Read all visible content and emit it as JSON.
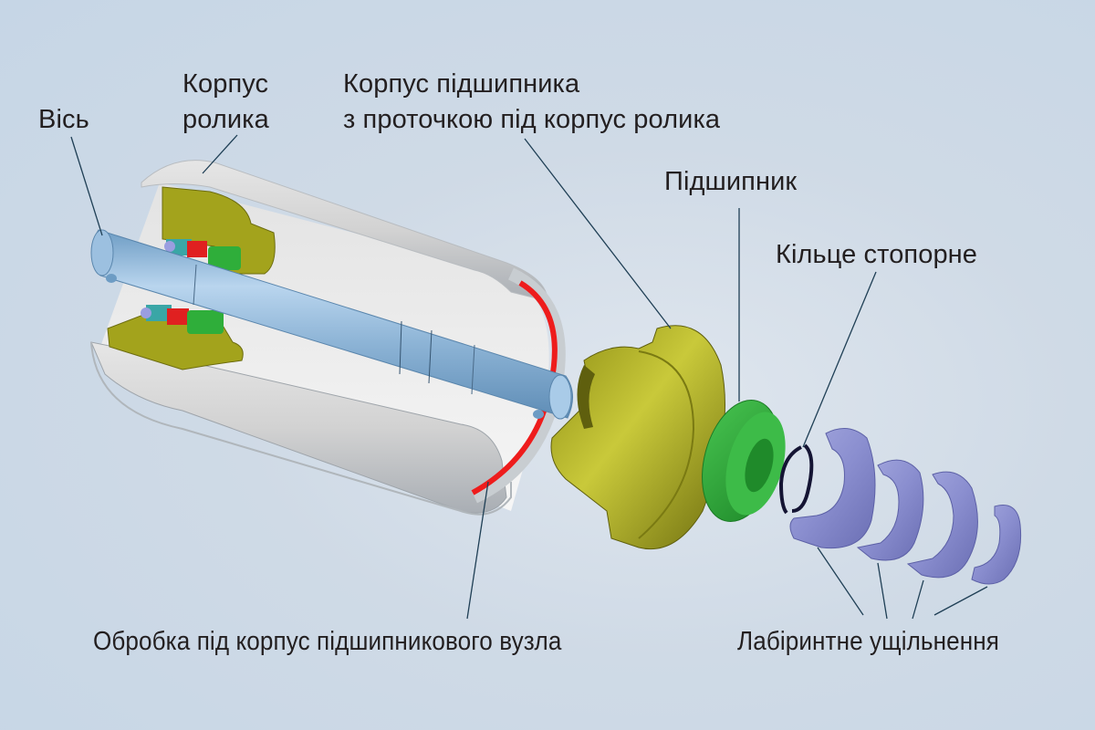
{
  "title": "Конструкція ролика конвеєра",
  "labels": {
    "axle": "Вісь",
    "roller_body_line1": "Корпус",
    "roller_body_line2": "ролика",
    "bearing_housing_line1": "Корпус підшипника",
    "bearing_housing_line2": "з проточкою під корпус ролика",
    "bearing": "Підшипник",
    "retaining_ring": "Кільце стопорне",
    "machining": "Обробка під корпус підшипникового вузла",
    "labyrinth_seal": "Лабіринтне ущільнення"
  },
  "colors": {
    "background": "#c9d8e7",
    "axle": "#8fb6d8",
    "roller_body": "#d9d9d9",
    "bearing_housing": "#a8a820",
    "bearing": "#2fae3a",
    "retaining_ring": "#141433",
    "labyrinth_seal": "#8c90d0",
    "machining": "#ee1c1c",
    "leader_line": "#1f3f55",
    "text": "#231f20"
  }
}
